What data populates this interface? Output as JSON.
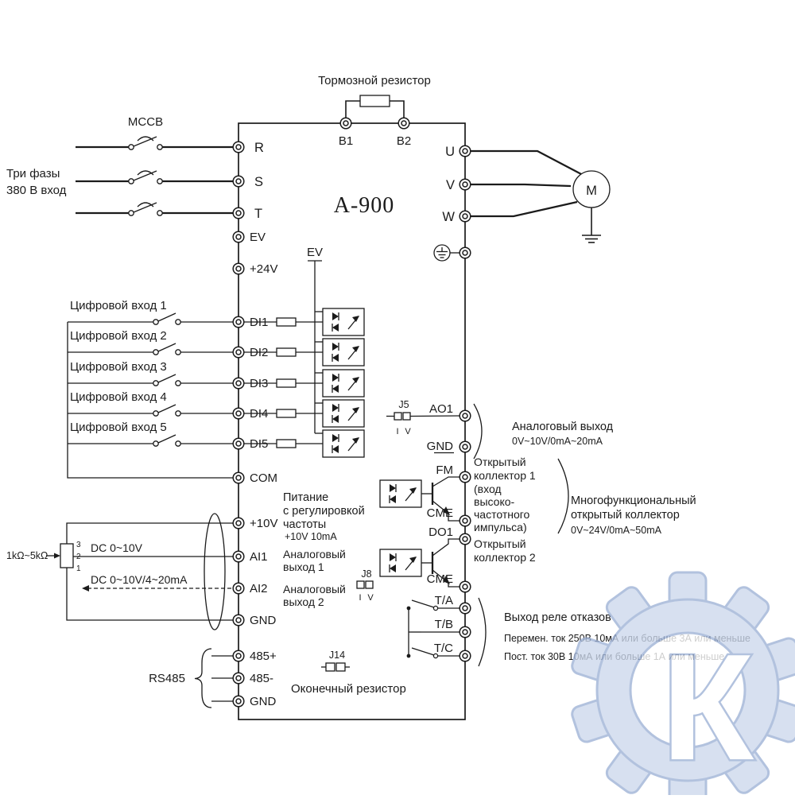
{
  "labels": {
    "brake_resistor": "Тормозной резистор",
    "mccb": "MCCB",
    "phase1": "Три фазы",
    "phase2": "380 В вход",
    "model": "A-900",
    "ev_bus": "EV",
    "motor": "M",
    "rs485": "RS485",
    "term_resistor": "Оконечный резистор",
    "watermark": "К"
  },
  "terminals": {
    "top": [
      "B1",
      "B2"
    ],
    "left": [
      "R",
      "S",
      "T",
      "EV",
      "+24V",
      "DI1",
      "DI2",
      "DI3",
      "DI4",
      "DI5",
      "COM",
      "+10V",
      "AI1",
      "AI2",
      "GND",
      "485+",
      "485-",
      "GND"
    ],
    "right": [
      "U",
      "V",
      "W",
      "AO1",
      "GND",
      "FM",
      "CME",
      "DO1",
      "CME",
      "T/A",
      "T/B",
      "T/C"
    ]
  },
  "digital_inputs": [
    "Цифровой вход 1",
    "Цифровой вход 2",
    "Цифровой вход 3",
    "Цифровой вход 4",
    "Цифровой вход 5"
  ],
  "notes": {
    "power1": "Питание",
    "power2": "с регулировкой",
    "power3": "частоты",
    "power4": "+10V 10mA",
    "pot": "1kΩ~5kΩ",
    "pin3": "3",
    "pin2": "2",
    "pin1": "1",
    "dc1": "DC 0~10V",
    "dc2": "DC 0~10V/4~20mA",
    "ai1a": "Аналоговый",
    "ai1b": "выход 1",
    "ai2a": "Аналоговый",
    "ai2b": "выход 2",
    "ao1": "Аналоговый выход",
    "ao2": "0V~10V/0mA~20mA",
    "oc1a": "Открытый",
    "oc1b": "коллектор 1",
    "oc1c": "(вход",
    "oc1d": "высоко-",
    "oc1e": "частотного",
    "oc1f": "импульса)",
    "oc2a": "Открытый",
    "oc2b": "коллектор 2",
    "moc1": "Многофункциональный",
    "moc2": "открытый коллектор",
    "moc3": "0V~24V/0mA~50mA",
    "relay1": "Выход реле отказов",
    "relay2": "Перемен. ток 250В 10мА или больше 3А или меньше",
    "relay3": "Пост. ток 30В 10мА или больше 1А или меньше"
  },
  "jumpers": {
    "j5": "J5",
    "j8": "J8",
    "j14": "J14",
    "i": "I",
    "v": "V"
  }
}
